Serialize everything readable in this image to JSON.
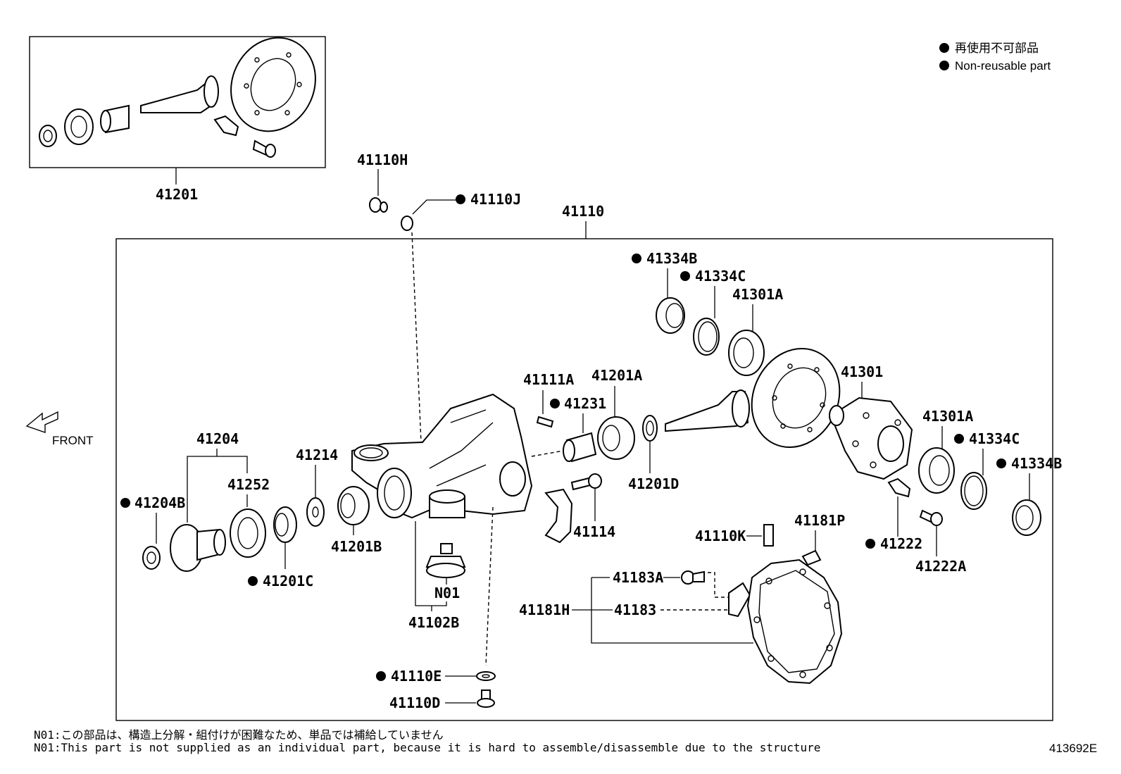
{
  "legend": {
    "line1": "再使用不可部品",
    "line2": "Non-reusable part"
  },
  "front_label": "FRONT",
  "notes": {
    "jp": "N01:この部品は、構造上分解・組付けが困難なため、単品では補給していません",
    "en": "N01:This part is not supplied as an individual part, because it is hard to assemble/disassemble due to the structure"
  },
  "figure_id": "413692E",
  "parts": {
    "p41201": "41201",
    "p41110H": "41110H",
    "p41110J": "41110J",
    "p41110": "41110",
    "p41334B_top": "41334B",
    "p41334C_top": "41334C",
    "p41301A_top": "41301A",
    "p41111A": "41111A",
    "p41201A": "41201A",
    "p41231": "41231",
    "p41301": "41301",
    "p41301A_right": "41301A",
    "p41334C_right": "41334C",
    "p41334B_right": "41334B",
    "p41204": "41204",
    "p41214": "41214",
    "p41252": "41252",
    "p41204B": "41204B",
    "p41201B": "41201B",
    "p41201C": "41201C",
    "p41201D": "41201D",
    "p41114": "41114",
    "pN01": "N01",
    "p41102B": "41102B",
    "p41110K": "41110K",
    "p41181P": "41181P",
    "p41222": "41222",
    "p41222A": "41222A",
    "p41183A": "41183A",
    "p41181H": "41181H",
    "p41183": "41183",
    "p41110E": "41110E",
    "p41110D": "41110D"
  }
}
